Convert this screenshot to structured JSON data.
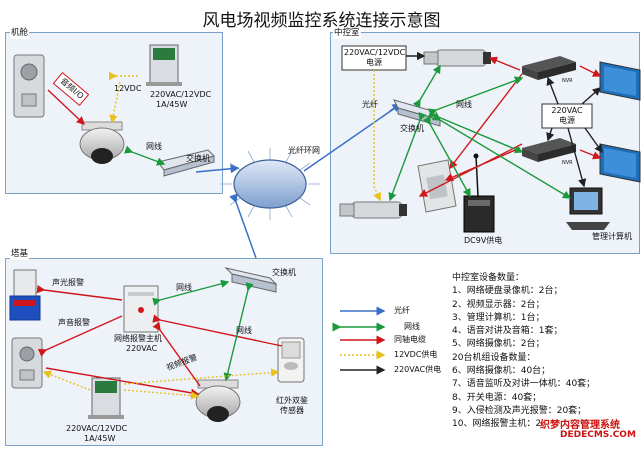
{
  "title": "风电场视频监控系统连接示意图",
  "zones": {
    "cabin": "机舱",
    "control_room": "中控室",
    "tower_base": "塔基"
  },
  "labels": {
    "ring": "光纤环网",
    "fiber": "光纤",
    "network_cable": "网线",
    "switch": "交换机",
    "vdc12": "12VDC",
    "psu_label_line1": "220VAC/12VDC",
    "psu_label_line2": "1A/45W",
    "audio_io": "音频I/O",
    "power_box": "220VAC/12VDC\n电源",
    "power_220": "220VAC\n电源",
    "nvr": "NVR",
    "dc9v": "DC9V供电",
    "mgmt_pc": "管理计算机",
    "sound_light_alarm": "声光报警",
    "voice_alarm": "声音报警",
    "alarm_host_line1": "网络报警主机",
    "alarm_host_line2": "220VAC",
    "linkage_alarm": "视频报警",
    "ir_sensor_line1": "红外双鉴",
    "ir_sensor_line2": "传感器",
    "psu_bottom_line1": "220VAC/12VDC",
    "psu_bottom_line2": "1A/45W"
  },
  "legend": [
    {
      "label": "光纤",
      "color": "#3a6fc7",
      "style": "solid"
    },
    {
      "label": "网线",
      "color": "#1a9a3a",
      "style": "double-dot"
    },
    {
      "label": "同轴电缆",
      "color": "#d0161b",
      "style": "solid"
    },
    {
      "label": "12VDC供电",
      "color": "#e8c21a",
      "style": "dot"
    },
    {
      "label": "220VAC供电",
      "color": "#222222",
      "style": "solid"
    }
  ],
  "equipment_list": {
    "header1": "中控室设备数量：",
    "items1": [
      "1、网络硬盘录像机：2台；",
      "2、视频显示器：2台；",
      "3、管理计算机：1台；",
      "4、语音对讲及音箱：1套；",
      "5、网络摄像机：2台；"
    ],
    "header2": "20台机组设备数量：",
    "items2": [
      "6、网络摄像机：40台；",
      "7、语音监听及对讲一体机：40套；",
      "8、开关电源：40套；",
      "9、入侵检测及声光报警：20套；",
      "10、网络报警主机：20套；"
    ]
  },
  "watermark": {
    "line1": "织梦内容管理系统",
    "line2": "DEDECMS.COM"
  },
  "colors": {
    "fiber": "#3a6fc7",
    "network": "#1a9a3a",
    "coax": "#d0161b",
    "vdc12": "#e8c21a",
    "vac220": "#222222"
  }
}
